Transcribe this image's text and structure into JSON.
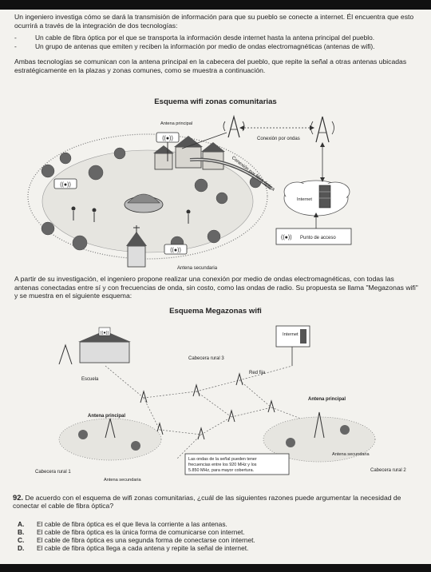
{
  "intro": {
    "paragraph1": "Un ingeniero investiga cómo se dará la transmisión de información para que su pueblo se conecte a internet. Él encuentra que esto ocurrirá a través de la integración de dos tecnologías:",
    "bullets": [
      "Un cable de fibra óptica por el que se transporta la información desde internet hasta la antena principal del pueblo.",
      "Un grupo de antenas que emiten y reciben la información por medio de ondas electromagnéticas (antenas de wifi)."
    ],
    "paragraph2": "Ambas tecnologías se comunican con la antena principal en la cabecera del pueblo, que repite la señal a otras antenas ubicadas estratégicamente en la plazas y zonas comunes, como se muestra a continuación."
  },
  "figure1": {
    "title": "Esquema wifi zonas comunitarias",
    "labels": {
      "antena_principal": "Antena principal",
      "conexion_ondas": "Conexión por ondas",
      "fibra": "Conexión por fibra óptica",
      "internet": "Internet",
      "punto_acceso": "Punto de acceso",
      "antena_secundaria": "Antena secundaria"
    }
  },
  "middle": {
    "paragraph": "A partir de su investigación, el ingeniero propone realizar una conexión por medio de ondas electromagnéticas, con todas las antenas conectadas entre sí y con frecuencias de onda, sin costo, como las ondas de radio. Su propuesta se llama \"Megazonas wifi\" y se muestra en el siguiente esquema:"
  },
  "figure2": {
    "title": "Esquema Megazonas wifi",
    "labels": {
      "internet": "Internet",
      "cabecera3": "Cabecera rural 3",
      "escuela": "Escuela",
      "red_fija": "Red fija",
      "antena_principal_right": "Antena principal",
      "antena_principal_left": "Antena principal",
      "note_line1": "Las ondas de la señal pueden tener",
      "note_line2": "frecuencias entre los 920 MHz y los",
      "note_line3": "5.850 MHz, para mayor cobertura.",
      "antena_secundaria_right": "Antena secundaria",
      "cabecera1": "Cabecera rural 1",
      "antena_secundaria_bottom": "Antena secundaria",
      "cabecera2": "Cabecera rural 2"
    }
  },
  "question": {
    "number": "92.",
    "text": "De acuerdo con el esquema de wifi zonas comunitarias, ¿cuál de las siguientes razones puede argumentar la necesidad de conectar el cable de fibra óptica?",
    "options": [
      {
        "key": "A.",
        "text": "El cable de fibra óptica es el que lleva la corriente a las antenas."
      },
      {
        "key": "B.",
        "text": "El cable de fibra óptica es la única forma de comunicarse con internet."
      },
      {
        "key": "C.",
        "text": "El cable de fibra óptica es una segunda forma de conectarse con internet."
      },
      {
        "key": "D.",
        "text": "El cable de fibra óptica llega a cada antena y repite la señal de internet."
      }
    ]
  }
}
